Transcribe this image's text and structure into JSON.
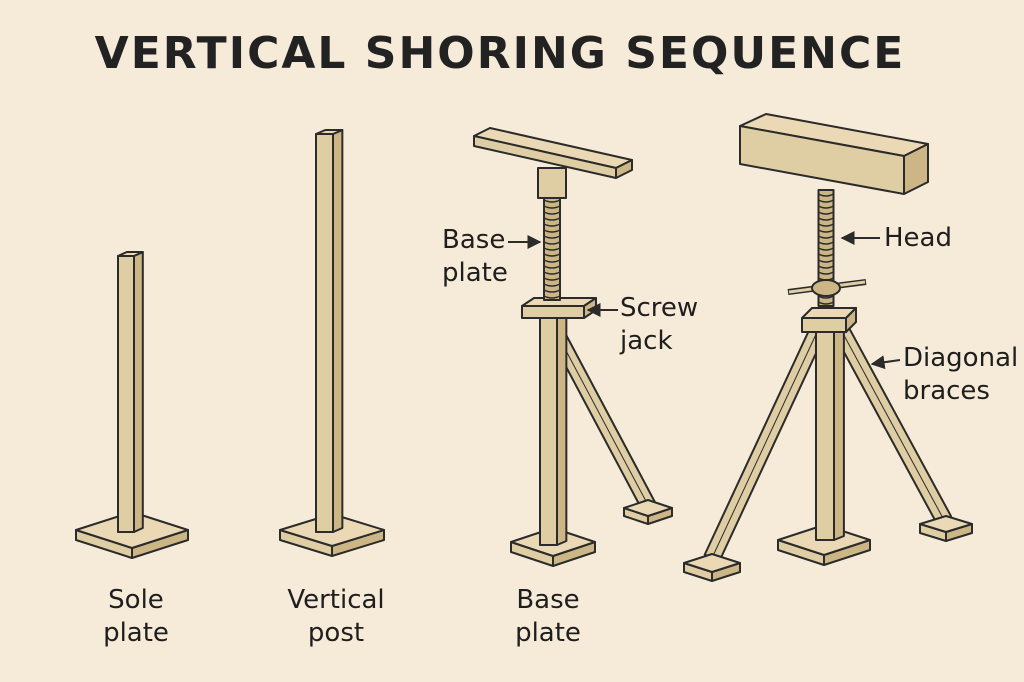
{
  "title": "VERTICAL SHORING SEQUENCE",
  "colors": {
    "background": "#f6ebd9",
    "wood_face": "#dfcda3",
    "wood_side": "#cdb686",
    "wood_top": "#ead9b4",
    "outline": "#2b2b2b"
  },
  "captions": [
    {
      "line1": "Sole",
      "line2": "plate"
    },
    {
      "line1": "Vertical",
      "line2": "post"
    },
    {
      "line1": "Base",
      "line2": "plate"
    }
  ],
  "callouts": {
    "base_plate": {
      "line1": "Base",
      "line2": "plate"
    },
    "screw_jack": {
      "line1": "Screw",
      "line2": "jack"
    },
    "head": {
      "line1": "Head"
    },
    "diagonal_braces": {
      "line1": "Diagonal",
      "line2": "braces"
    }
  }
}
